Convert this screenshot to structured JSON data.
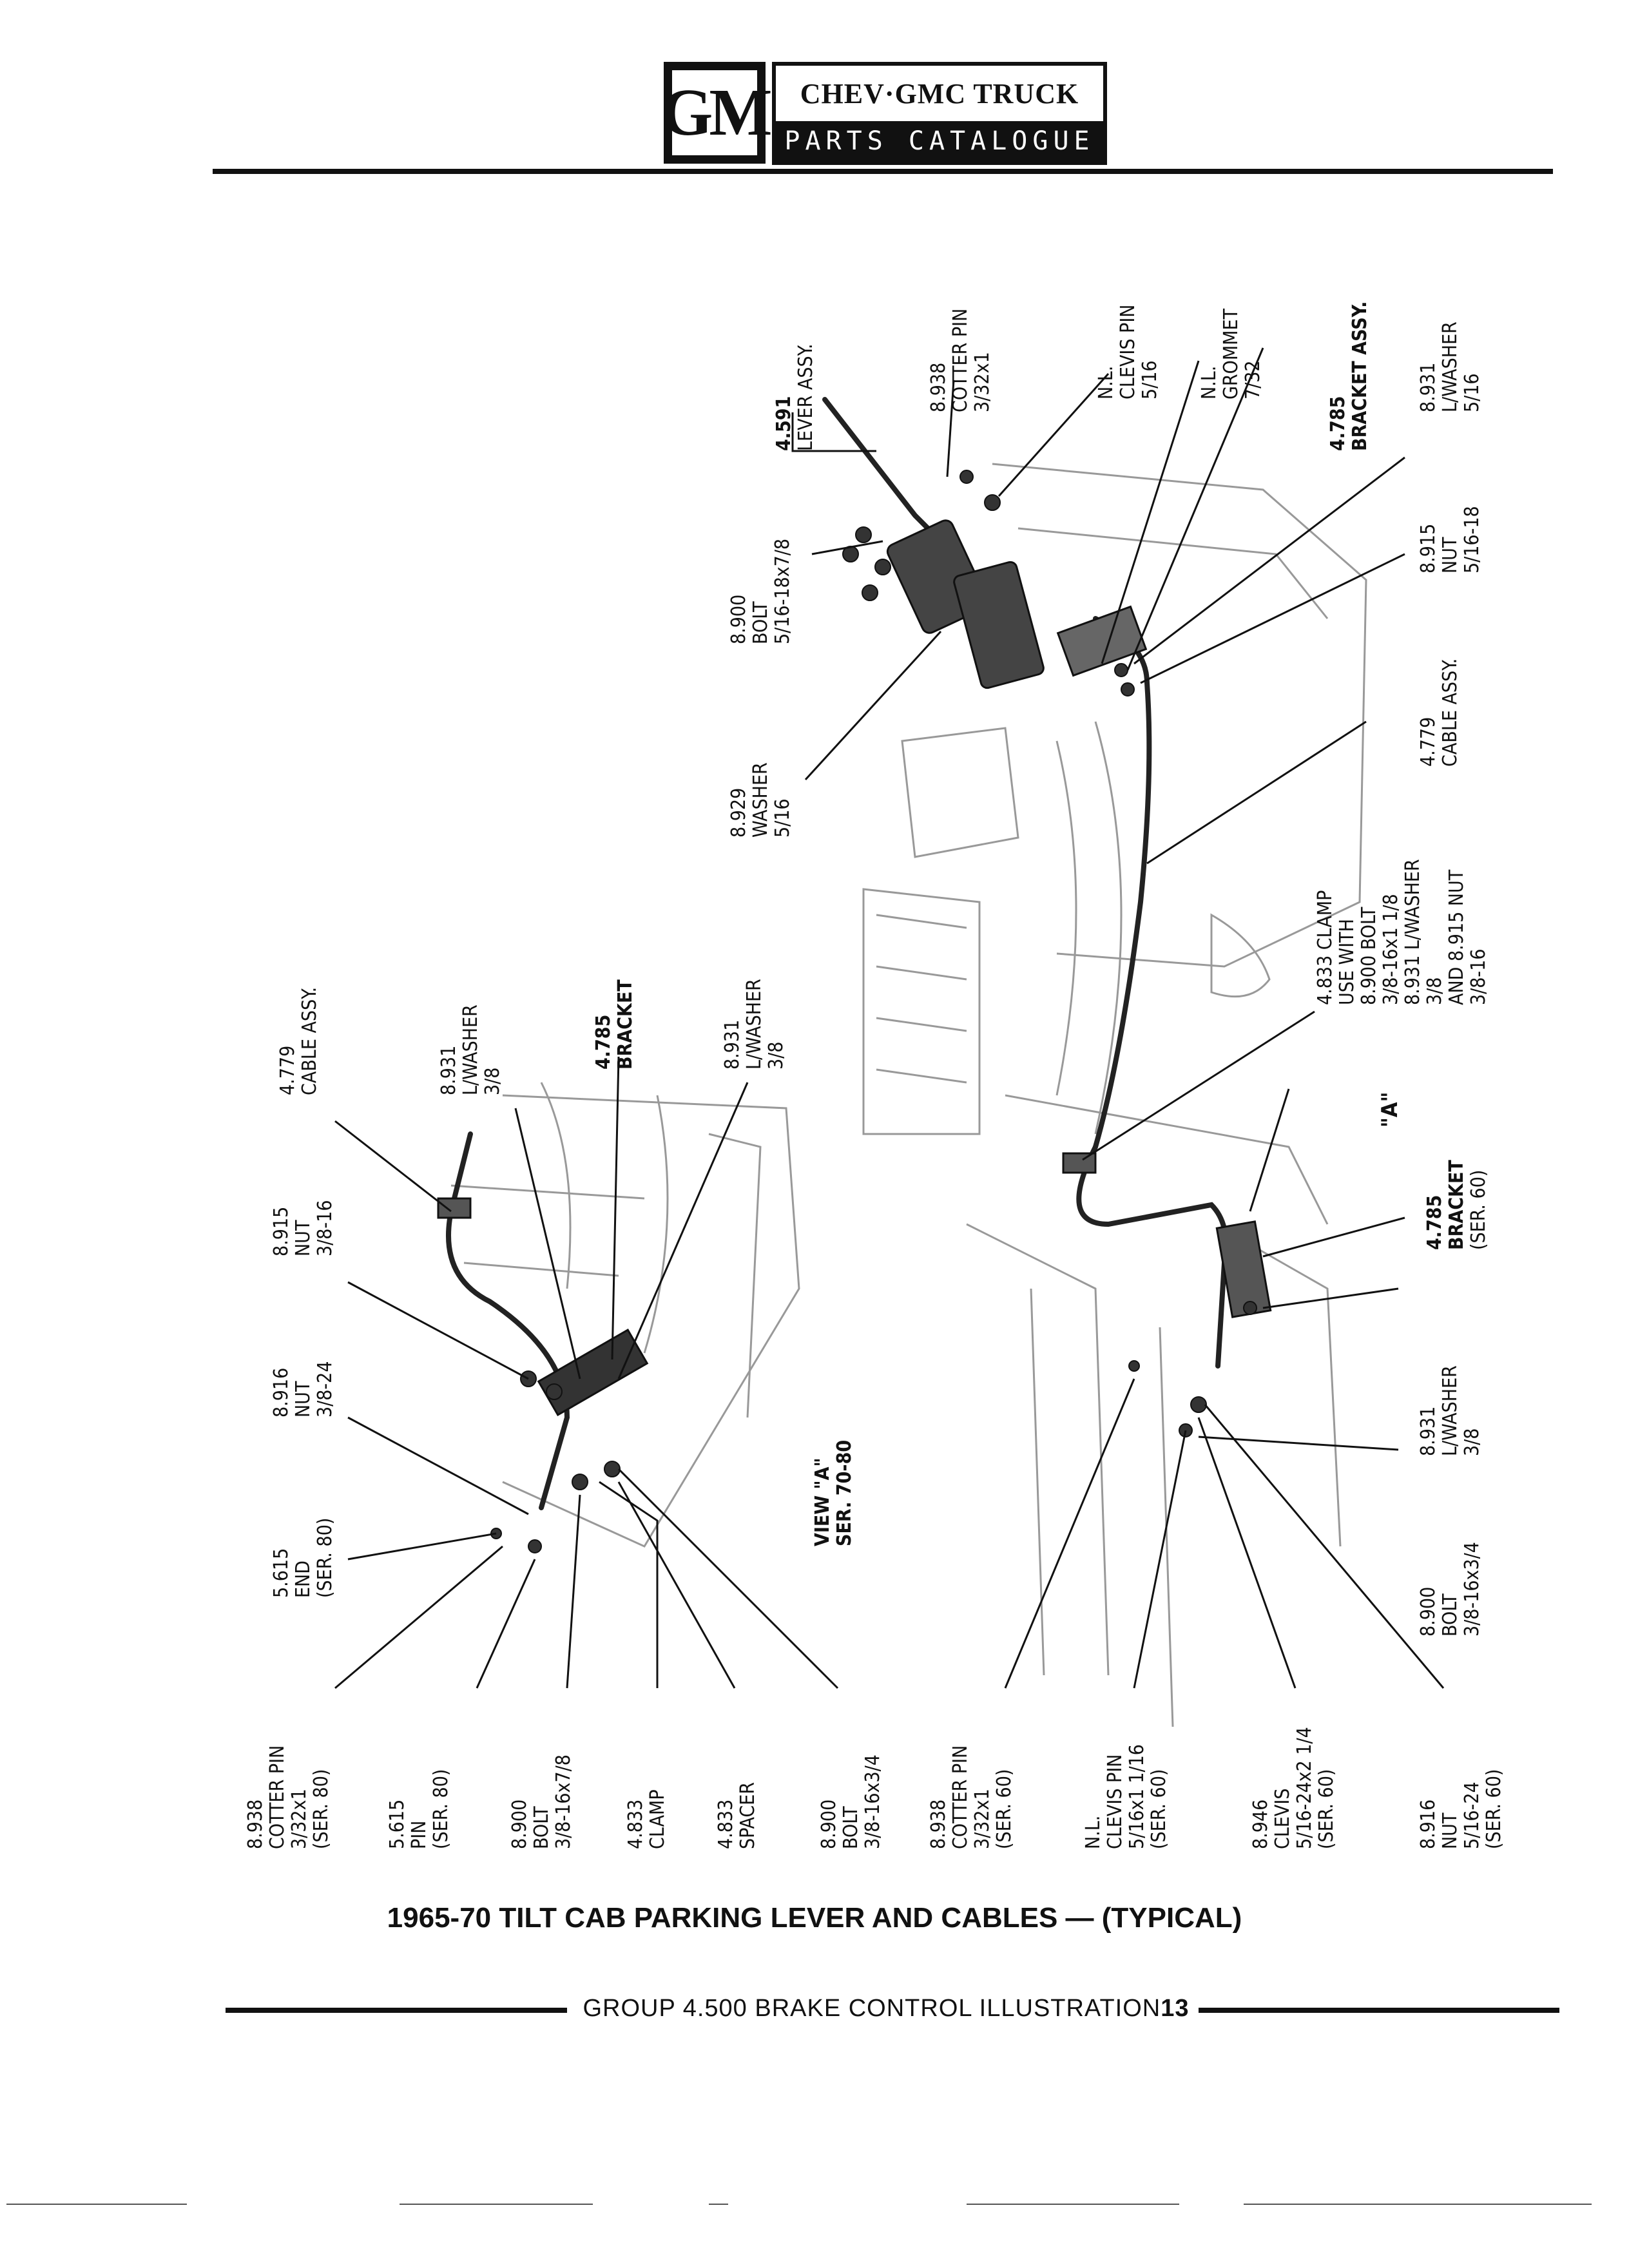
{
  "header": {
    "logo_text": "GM",
    "title_line1": "CHEV·GMC TRUCK",
    "title_line2": "PARTS CATALOGUE"
  },
  "callouts_upper": [
    {
      "num": "4.591",
      "text": "LEVER ASSY."
    },
    {
      "num": "8.938",
      "text": "COTTER PIN",
      "size": "3/32x1"
    },
    {
      "num": "N.L.",
      "text": "CLEVIS PIN",
      "size": "5/16"
    },
    {
      "num": "N.L.",
      "text": "GROMMET",
      "size": "7/32"
    },
    {
      "num": "4.785",
      "text": "BRACKET ASSY."
    },
    {
      "num": "8.931",
      "text": "L/WASHER",
      "size": "5/16"
    },
    {
      "num": "8.900",
      "text": "BOLT",
      "size": "5/16-18x7/8"
    },
    {
      "num": "8.915",
      "text": "NUT",
      "size": "5/16-18"
    },
    {
      "num": "8.929",
      "text": "WASHER",
      "size": "5/16"
    },
    {
      "num": "4.779",
      "text": "CABLE ASSY."
    },
    {
      "num": "4.833 CLAMP",
      "text": "USE WITH",
      "extra": [
        "8.900 BOLT",
        "3/8-16x1 1/8",
        "8.931 L/WASHER",
        "3/8",
        "AND 8.915 NUT",
        "3/8-16"
      ]
    }
  ],
  "callouts_left": [
    {
      "num": "4.779",
      "text": "CABLE ASSY."
    },
    {
      "num": "8.931",
      "text": "L/WASHER",
      "size": "3/8"
    },
    {
      "num": "4.785",
      "text": "BRACKET"
    },
    {
      "num": "8.931",
      "text": "L/WASHER",
      "size": "3/8"
    },
    {
      "num": "8.915",
      "text": "NUT",
      "size": "3/8-16"
    },
    {
      "num": "8.916",
      "text": "NUT",
      "size": "3/8-24"
    },
    {
      "num": "5.615",
      "text": "END",
      "size": "(SER. 80)"
    }
  ],
  "view_label": {
    "line1": "VIEW \"A\"",
    "line2": "SER. 70-80"
  },
  "marker_a": "\"A\"",
  "callouts_right": [
    {
      "num": "4.785",
      "text": "BRACKET",
      "size": "(SER. 60)"
    },
    {
      "num": "8.931",
      "text": "L/WASHER",
      "size": "3/8"
    },
    {
      "num": "8.900",
      "text": "BOLT",
      "size": "3/8-16x3/4"
    }
  ],
  "callouts_bottom": [
    {
      "num": "8.938",
      "text": "COTTER PIN",
      "size": "3/32x1",
      "ser": "(SER. 80)"
    },
    {
      "num": "5.615",
      "text": "PIN",
      "size": "(SER. 80)"
    },
    {
      "num": "8.900",
      "text": "BOLT",
      "size": "3/8-16x7/8"
    },
    {
      "num": "4.833",
      "text": "CLAMP"
    },
    {
      "num": "4.833",
      "text": "SPACER"
    },
    {
      "num": "8.900",
      "text": "BOLT",
      "size": "3/8-16x3/4"
    },
    {
      "num": "8.938",
      "text": "COTTER PIN",
      "size": "3/32x1",
      "ser": "(SER. 60)"
    },
    {
      "num": "N.L.",
      "text": "CLEVIS PIN",
      "size": "5/16x1 1/16",
      "ser": "(SER. 60)"
    },
    {
      "num": "8.946",
      "text": "CLEVIS",
      "size": "5/16-24x2 1/4",
      "ser": "(SER. 60)"
    },
    {
      "num": "8.916",
      "text": "NUT",
      "size": "5/16-24",
      "ser": "(SER. 60)"
    }
  ],
  "caption": "1965-70 TILT CAB PARKING LEVER AND CABLES — (TYPICAL)",
  "footer": {
    "text": "GROUP 4.500 BRAKE CONTROL ILLUSTRATION",
    "number": "13"
  }
}
